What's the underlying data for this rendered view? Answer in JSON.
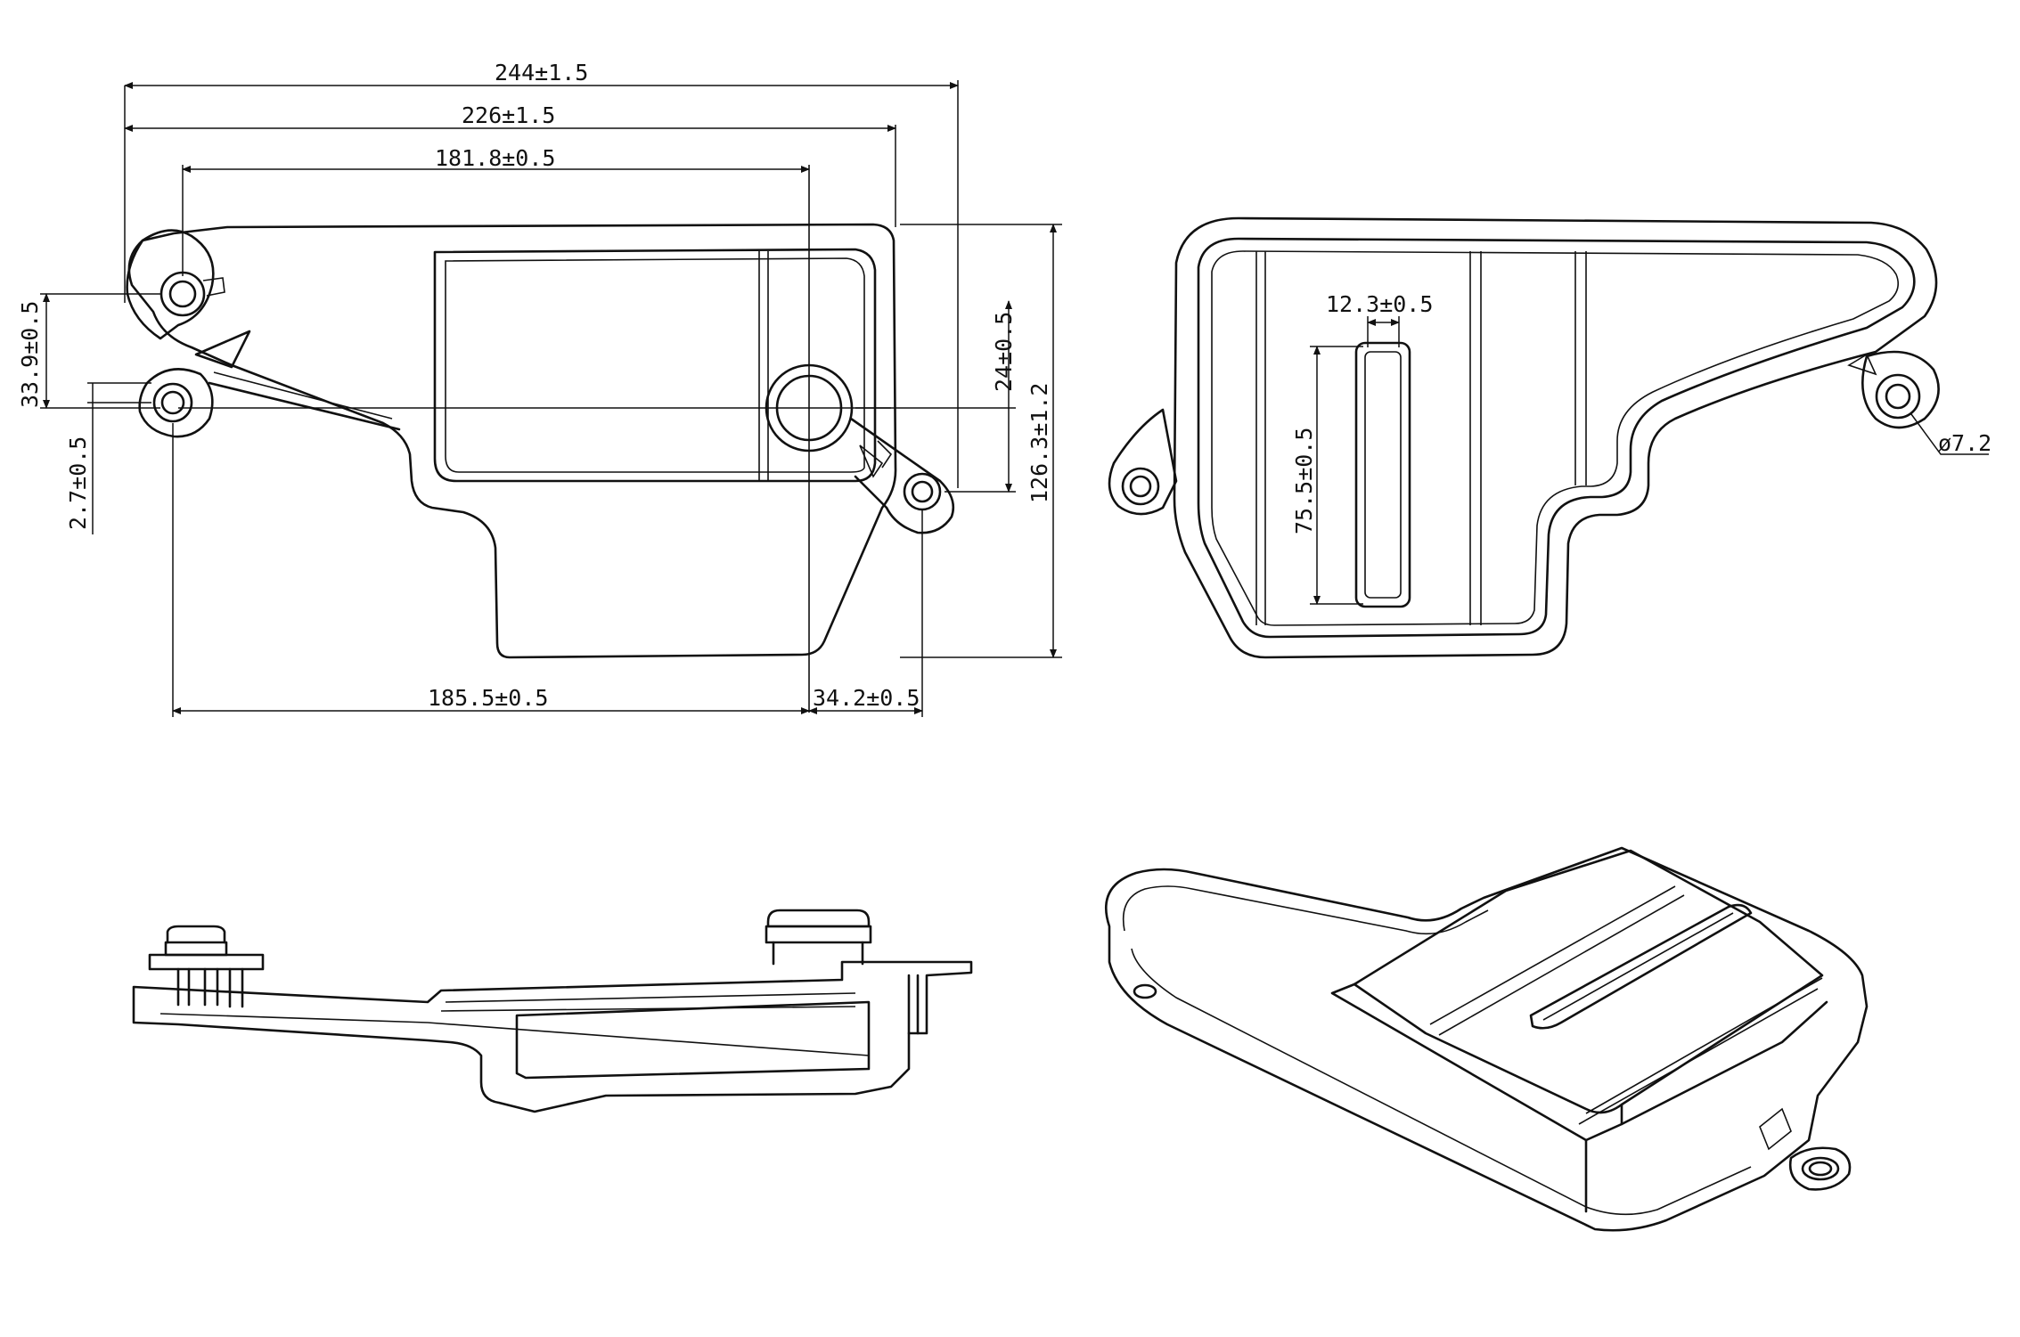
{
  "dimensions": {
    "overall_length": "244±1.5",
    "flange_length": "226±1.5",
    "hole_to_outlet": "181.8±0.5",
    "left_hole_offset": "33.9±0.5",
    "left_hole_small_offset": "2.7±0.5",
    "right_hole_offset": "24±0.5",
    "overall_width": "126.3±1.2",
    "hole_spacing_bottom": "185.5±0.5",
    "outlet_to_right_hole": "34.2±0.5",
    "slot_width": "12.3±0.5",
    "slot_length": "75.5±0.5",
    "hole_diameter": "ø7.2"
  }
}
